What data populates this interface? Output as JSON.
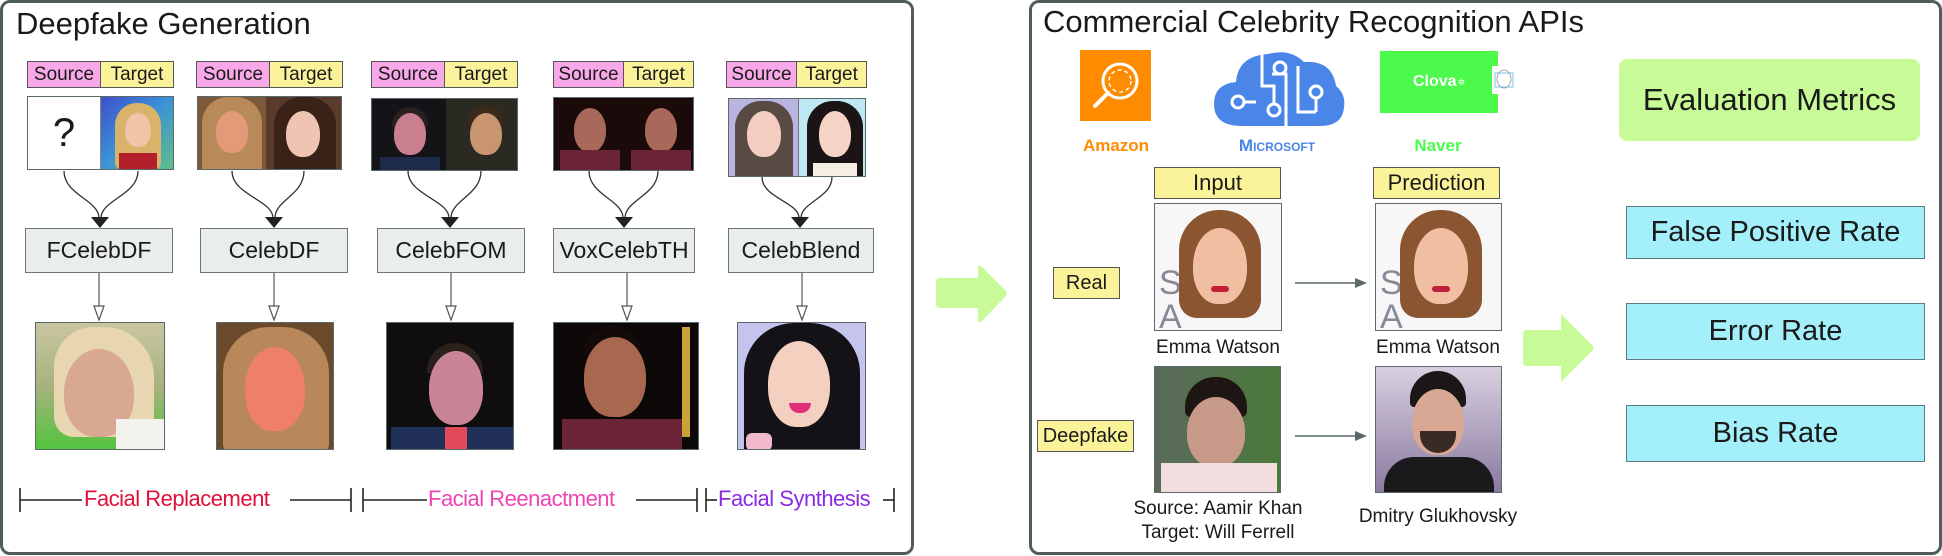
{
  "left_panel": {
    "title": "Deepfake Generation",
    "columns": [
      {
        "source_label": "Source",
        "target_label": "Target",
        "source_image": "question-mark-placeholder",
        "source_text": "?",
        "dataset": "FCelebDF",
        "category": "Facial Replacement"
      },
      {
        "source_label": "Source",
        "target_label": "Target",
        "dataset": "CelebDF",
        "category": "Facial Replacement"
      },
      {
        "source_label": "Source",
        "target_label": "Target",
        "dataset": "CelebFOM",
        "category": "Facial Reenactment"
      },
      {
        "source_label": "Source",
        "target_label": "Target",
        "dataset": "VoxCelebTH",
        "category": "Facial Reenactment"
      },
      {
        "source_label": "Source",
        "target_label": "Target",
        "dataset": "CelebBlend",
        "category": "Facial Synthesis"
      }
    ],
    "categories": [
      {
        "label": "Facial Replacement",
        "color": "#e0103c"
      },
      {
        "label": "Facial Reenactment",
        "color": "#ee44b4"
      },
      {
        "label": "Facial Synthesis",
        "color": "#8a2be2"
      }
    ]
  },
  "right_panel": {
    "title": "Commercial Celebrity Recognition APIs",
    "apis": [
      {
        "name": "Amazon",
        "icon": "amazon-rekognition-icon",
        "color": "#ff8c00"
      },
      {
        "name": "Microsoft",
        "icon": "azure-cognitive-cloud-icon",
        "color": "#4a86e8"
      },
      {
        "name": "Naver",
        "icon": "clova-logo",
        "logo_text": "Clova",
        "color": "#4cd94c"
      }
    ],
    "input_label": "Input",
    "prediction_label": "Prediction",
    "rows": [
      {
        "label": "Real",
        "input_caption": "Emma Watson",
        "prediction_caption": "Emma Watson"
      },
      {
        "label": "Deepfake",
        "input_caption_line1": "Source: Aamir Khan",
        "input_caption_line2": "Target: Will Ferrell",
        "prediction_caption": "Dmitry Glukhovsky"
      }
    ],
    "evaluation": {
      "title": "Evaluation Metrics",
      "metrics": [
        "False Positive Rate",
        "Error Rate",
        "Bias Rate"
      ]
    }
  },
  "colors": {
    "source_label": "#f8a8e8",
    "target_label": "#fbf39a",
    "dataset_box": "#e9eeec",
    "metric_box": "#a3f0fb",
    "eval_box": "#c8fb98",
    "flow_arrow": "#c8fb98"
  }
}
